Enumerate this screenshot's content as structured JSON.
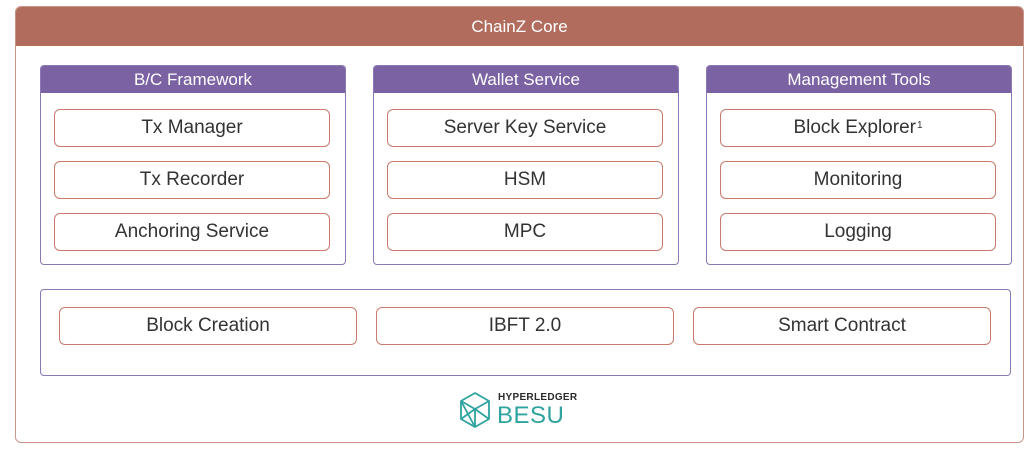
{
  "title": "ChainZ Core",
  "panels": [
    {
      "title": "B/C Framework",
      "items": [
        "Tx Manager",
        "Tx Recorder",
        "Anchoring Service"
      ]
    },
    {
      "title": "Wallet Service",
      "items": [
        "Server Key Service",
        "HSM",
        "MPC"
      ]
    },
    {
      "title": "Management Tools",
      "items": [
        "Block Explorer",
        "Monitoring",
        "Logging"
      ],
      "footnote": "1"
    }
  ],
  "bottom": {
    "items": [
      "Block Creation",
      "IBFT 2.0",
      "Smart Contract"
    ]
  },
  "logo": {
    "top_text": "HYPERLEDGER",
    "main_text": "BESU",
    "icon": "hyperledger-besu-logo-icon"
  },
  "colors": {
    "header": "#b16c5e",
    "panel_header": "#7b62a3",
    "item_border": "#c97a6a",
    "logo_teal": "#2fa39f"
  }
}
